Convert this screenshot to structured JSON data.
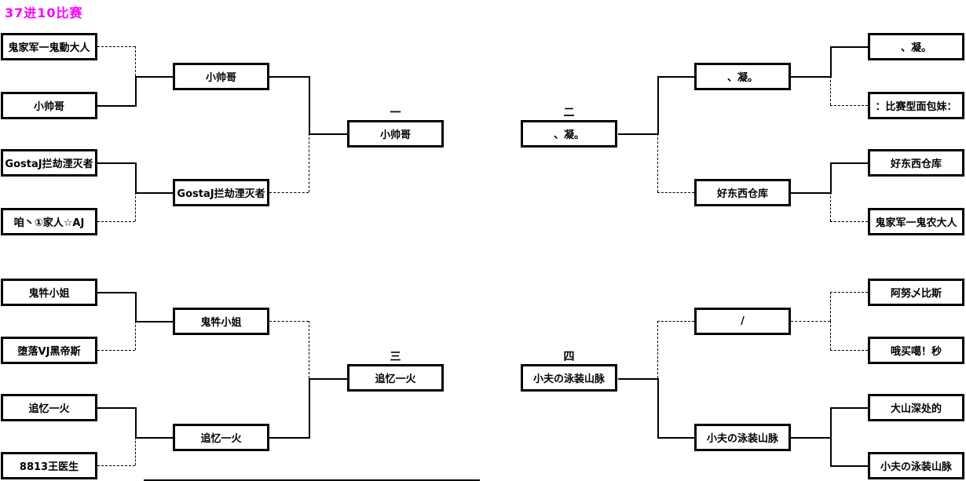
{
  "title": "37进10比赛",
  "colors": {
    "title": "#ff00ff",
    "line": "#000000",
    "background": "#ffffff"
  },
  "brackets": [
    {
      "name": "top-left",
      "final_label": "一",
      "round1": [
        "鬼家军一鬼動大人",
        "小帅哥",
        "GostaJ拦劫湮灭者",
        "咱丶①家人☆AJ"
      ],
      "semifinal": [
        "小帅哥",
        "GostaJ拦劫湮灭者"
      ],
      "final": "小帅哥"
    },
    {
      "name": "top-right",
      "final_label": "二",
      "round1": [
        "、凝。",
        "：比赛型面包妹：",
        "好东西仓库",
        "鬼家军一鬼农大人"
      ],
      "semifinal": [
        "、凝。",
        "好东西仓库"
      ],
      "final": "、凝。"
    },
    {
      "name": "bottom-left",
      "final_label": "三",
      "round1": [
        "鬼牪小姐",
        "堕落VJ黑帝斯",
        "追忆一火",
        "8813王医生"
      ],
      "semifinal": [
        "鬼牪小姐",
        "追忆一火"
      ],
      "final": "追忆一火"
    },
    {
      "name": "bottom-right",
      "final_label": "四",
      "round1": [
        "阿努乄比斯",
        "哦买噶！秒",
        "大山深处的",
        "小夫の泳装山脉"
      ],
      "semifinal": [
        "/",
        "小夫の泳装山脉"
      ],
      "final": "小夫の泳装山脉"
    }
  ]
}
